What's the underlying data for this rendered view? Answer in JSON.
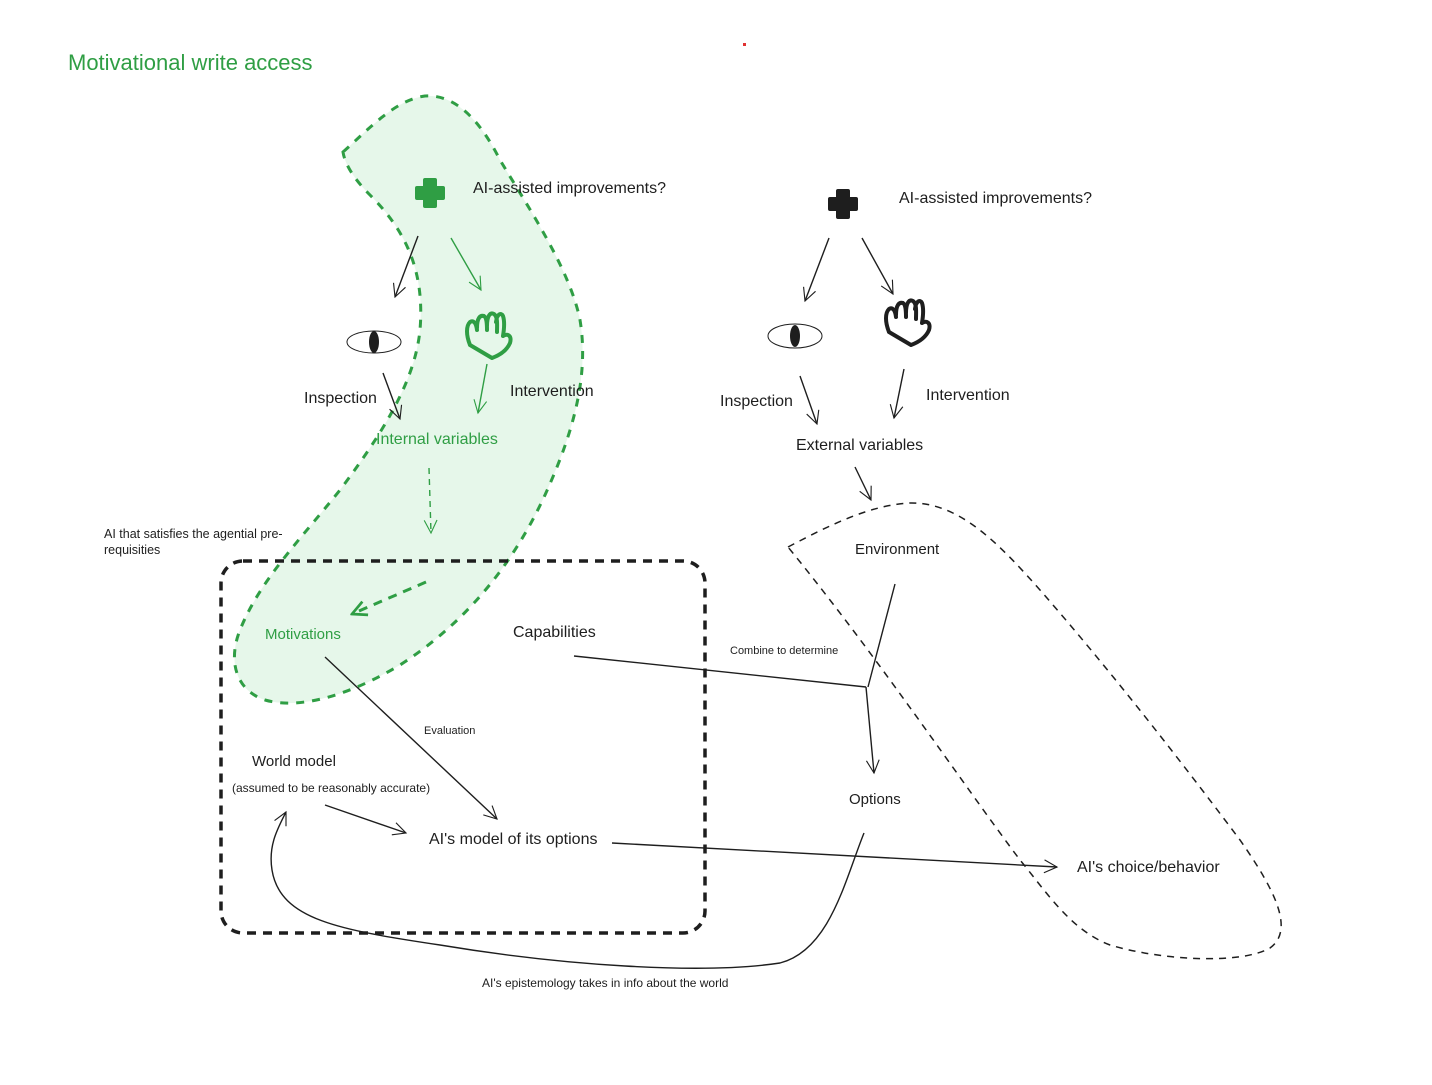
{
  "title": "Motivational write access",
  "colors": {
    "accent_green": "#2f9e44",
    "green_fill": "#e6f7ea",
    "ink": "#1e1e1e",
    "dot_red": "#e03131"
  },
  "icons": {
    "plus": "plus-icon",
    "eye": "eye-icon",
    "hand": "hand-icon"
  },
  "left_cluster": {
    "question": "AI-assisted improvements?",
    "inspection": "Inspection",
    "intervention": "Intervention",
    "internal_variables": "Internal variables"
  },
  "right_cluster": {
    "question": "AI-assisted improvements?",
    "inspection": "Inspection",
    "intervention": "Intervention",
    "external_variables": "External variables"
  },
  "agent_box": {
    "label": "AI that satisfies the agential pre-requisities",
    "motivations": "Motivations",
    "capabilities": "Capabilities",
    "evaluation": "Evaluation",
    "world_model": "World model",
    "world_model_note": "(assumed to be reasonably accurate)",
    "model_of_options": "AI's model of its options"
  },
  "environment_region": {
    "environment": "Environment",
    "combine": "Combine to determine",
    "options": "Options",
    "choice": "AI's choice/behavior"
  },
  "epistemology": "AI's epistemology takes in info about the world"
}
